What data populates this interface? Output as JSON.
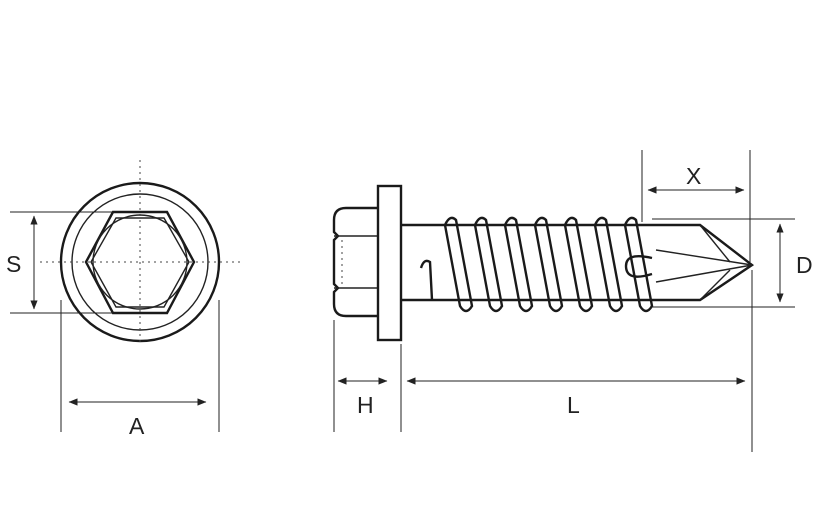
{
  "labels": {
    "s": "S",
    "a": "A",
    "h": "H",
    "l": "L",
    "x": "X",
    "d": "D"
  },
  "colors": {
    "line": "#222222",
    "background": "#ffffff"
  }
}
